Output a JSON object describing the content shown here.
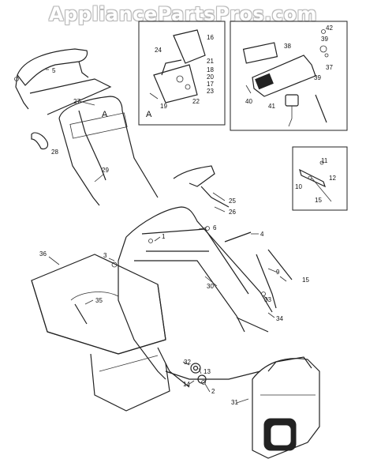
{
  "watermark": "AppliancePartsPros.com",
  "callouts": {
    "c1": "1",
    "c2": "2",
    "c3": "3",
    "c4": "4",
    "c5": "5",
    "c6": "6",
    "c9": "9",
    "c10": "10",
    "c11": "11",
    "c12": "12",
    "c13": "13",
    "c14": "14",
    "c15a": "15",
    "c15b": "15",
    "c16": "16",
    "c17": "17",
    "c18": "18",
    "c19": "19",
    "c20": "20",
    "c21": "21",
    "c22": "22",
    "c23": "23",
    "c24": "24",
    "c25": "25",
    "c26": "26",
    "c27": "27",
    "c28": "28",
    "c29": "29",
    "c30": "30",
    "c31": "31",
    "c32": "32",
    "c33": "33",
    "c34": "34",
    "c35": "35",
    "c36": "36",
    "c37": "37",
    "c38": "38",
    "c39a": "39",
    "c39b": "39",
    "c40": "40",
    "c41": "41",
    "c42": "42",
    "detailA1": "A",
    "detailA2": "A"
  },
  "colors": {
    "line": "#222222",
    "box": "#222222",
    "fill": "#ffffff",
    "dark": "#222222"
  }
}
